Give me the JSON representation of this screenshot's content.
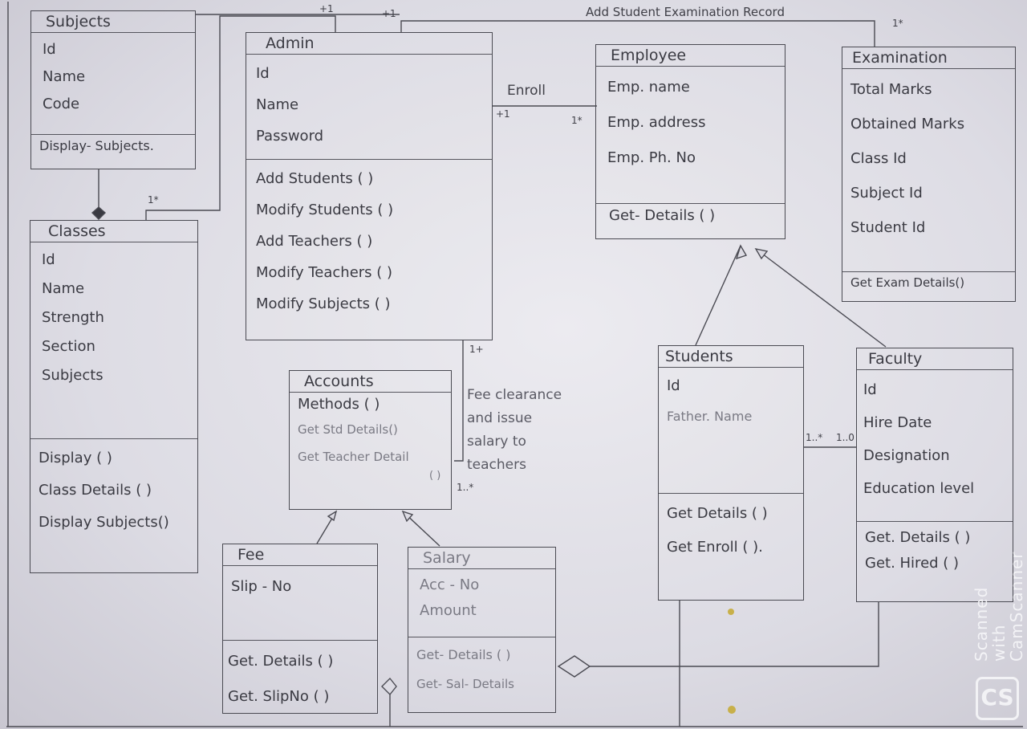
{
  "classes": {
    "subjects": {
      "title": "Subjects",
      "attrs": [
        "Id",
        "Name",
        "Code"
      ],
      "ops": [
        "Display- Subjects."
      ]
    },
    "classes": {
      "title": "Classes",
      "attrs": [
        "Id",
        "Name",
        "Strength",
        "Section",
        "Subjects"
      ],
      "ops": [
        "Display ( )",
        "Class Details ( )",
        "Display Subjects()"
      ]
    },
    "admin": {
      "title": "Admin",
      "attrs": [
        "Id",
        "Name",
        "Password"
      ],
      "ops": [
        "Add Students ( )",
        "Modify Students ( )",
        "Add Teachers ( )",
        "Modify Teachers ( )",
        "Modify Subjects ( )"
      ]
    },
    "employee": {
      "title": "Employee",
      "attrs": [
        "Emp. name",
        "Emp. address",
        "Emp. Ph. No"
      ],
      "ops": [
        "Get- Details ( )"
      ]
    },
    "examination": {
      "title": "Examination",
      "attrs": [
        "Total Marks",
        "Obtained Marks",
        "Class Id",
        "Subject Id",
        "Student Id"
      ],
      "ops": [
        "Get Exam Details()"
      ]
    },
    "accounts": {
      "title": "Accounts",
      "attrs": [
        "Methods ( )"
      ],
      "ops": [
        "Get Std Details()",
        "Get Teacher Detail",
        "( )"
      ]
    },
    "students": {
      "title": "Students",
      "attrs": [
        "Id",
        "Father. Name"
      ],
      "ops": [
        "Get Details ( )",
        "Get Enroll ( )."
      ]
    },
    "faculty": {
      "title": "Faculty",
      "attrs": [
        "Id",
        "Hire Date",
        "Designation",
        "Education level"
      ],
      "ops": [
        "Get. Details ( )",
        "Get. Hired ( )"
      ]
    },
    "fee": {
      "title": "Fee",
      "attrs": [
        "Slip - No"
      ],
      "ops": [
        "Get. Details ( )",
        "Get. SlipNo ( )"
      ]
    },
    "salary": {
      "title": "Salary",
      "attrs": [
        "Acc - No",
        "Amount"
      ],
      "ops": [
        "Get- Details ( )",
        "Get- Sal- Details"
      ]
    }
  },
  "labels": {
    "add_exam_record": "Add Student Examination Record",
    "enroll": "Enroll",
    "fee_clearance": [
      "Fee clearance",
      "and issue",
      "salary to",
      "teachers"
    ]
  },
  "multiplicities": {
    "m_admin_top1": "+1",
    "m_admin_top2": "+1",
    "m_exam_top": "1*",
    "m_classes_top": "1*",
    "m_enroll_left": "+1",
    "m_enroll_right": "1*",
    "m_admin_bottom": "1+",
    "m_accounts_side": "1..*",
    "m_students_faculty_left": "1..*",
    "m_students_faculty_right": "1..0"
  },
  "watermark": {
    "line1": "Scanned with",
    "line2": "CamScanner",
    "logo": "CS"
  }
}
